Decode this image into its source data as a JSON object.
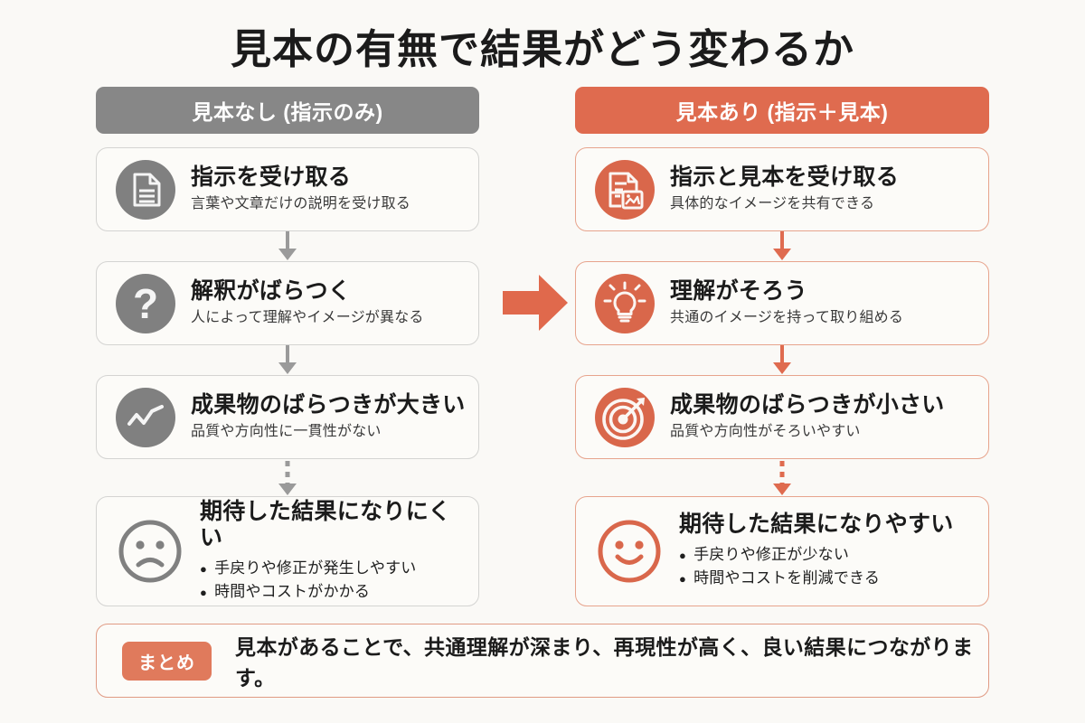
{
  "title": "見本の有無で結果がどう変わるか",
  "colors": {
    "background": "#faf9f6",
    "gray": "#878787",
    "gray_icon": "#808080",
    "orange": "#df6b4f",
    "orange_icon": "#d9674b",
    "orange_badge": "#e07a5c",
    "card_bg": "#fcfbf8",
    "gray_border": "#d4d4d2",
    "orange_border": "#e7a48d",
    "title_text": "#1b1b1b"
  },
  "columns": {
    "left": {
      "header": "見本なし (指示のみ)",
      "cards": [
        {
          "icon": "document-icon",
          "title": "指示を受け取る",
          "sub": "言葉や文章だけの説明を受け取る",
          "bullets": []
        },
        {
          "icon": "question-mark-icon",
          "title": "解釈がばらつく",
          "sub": "人によって理解やイメージが異なる",
          "bullets": []
        },
        {
          "icon": "zigzag-line-icon",
          "title": "成果物のばらつきが大きい",
          "sub": "品質や方向性に一貫性がない",
          "bullets": []
        },
        {
          "icon": "sad-face-icon",
          "title": "期待した結果になりにくい",
          "sub": "",
          "bullets": [
            "手戻りや修正が発生しやすい",
            "時間やコストがかかる"
          ]
        }
      ],
      "connectors": [
        "solid",
        "solid",
        "dashed"
      ]
    },
    "right": {
      "header": "見本あり (指示＋見本)",
      "cards": [
        {
          "icon": "document-with-image-icon",
          "title": "指示と見本を受け取る",
          "sub": "具体的なイメージを共有できる",
          "bullets": []
        },
        {
          "icon": "lightbulb-icon",
          "title": "理解がそろう",
          "sub": "共通のイメージを持って取り組める",
          "bullets": []
        },
        {
          "icon": "target-icon",
          "title": "成果物のばらつきが小さい",
          "sub": "品質や方向性がそろいやすい",
          "bullets": []
        },
        {
          "icon": "happy-face-icon",
          "title": "期待した結果になりやすい",
          "sub": "",
          "bullets": [
            "手戻りや修正が少ない",
            "時間やコストを削減できる"
          ]
        }
      ],
      "connectors": [
        "solid",
        "solid",
        "dashed"
      ]
    }
  },
  "middle_arrow": {
    "icon": "right-arrow-icon",
    "direction": "right"
  },
  "summary": {
    "badge": "まとめ",
    "text": "見本があることで、共通理解が深まり、再現性が高く、良い結果につながります。"
  }
}
